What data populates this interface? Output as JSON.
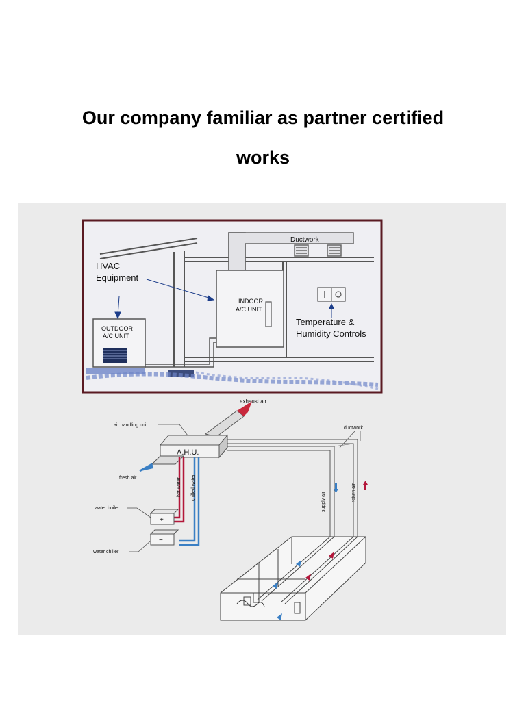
{
  "page": {
    "heading_line1": "Our company familiar as partner certified",
    "heading_line2": "works"
  },
  "top_diagram": {
    "ductwork": "Ductwork",
    "hvac_line1": "HVAC",
    "hvac_line2": "Equipment",
    "indoor_line1": "INDOOR",
    "indoor_line2": "A/C UNIT",
    "outdoor_line1": "OUTDOOR",
    "outdoor_line2": "A/C UNIT",
    "controls_line1": "Temperature &",
    "controls_line2": "Humidity Controls",
    "colors": {
      "border": "#5a1a22",
      "background": "#efeff3",
      "ground": "#6f86c8"
    }
  },
  "bottom_diagram": {
    "exhaust_air": "exhaust air",
    "air_handling_unit": "air handling unit",
    "ahu": "A.H.U.",
    "ductwork": "ductwork",
    "fresh_air": "fresh air",
    "hot_water": "hot water",
    "chilled_water": "chilled water",
    "water_boiler": "water boiler",
    "boiler_symbol": "+",
    "water_chiller": "water chiller",
    "chiller_symbol": "−",
    "supply_air": "supply air",
    "return_air": "return air",
    "colors": {
      "hot": "#b3163a",
      "cold": "#3a7fc4",
      "exhaust": "#c8283c"
    }
  }
}
